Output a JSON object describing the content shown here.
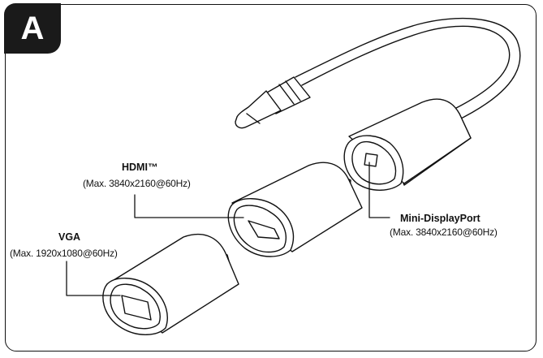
{
  "figure": {
    "badge_letter": "A"
  },
  "ports": {
    "hdmi": {
      "name": "HDMI™",
      "spec": "(Max. 3840x2160@60Hz)"
    },
    "vga": {
      "name": "VGA",
      "spec": "(Max. 1920x1080@60Hz)"
    },
    "mini_dp": {
      "name": "Mini-DisplayPort",
      "spec": "(Max. 3840x2160@60Hz)"
    }
  },
  "colors": {
    "line": "#111111",
    "fill": "#ffffff",
    "badge": "#1a1a1a"
  }
}
